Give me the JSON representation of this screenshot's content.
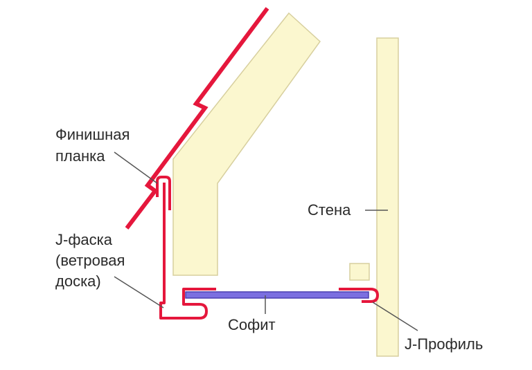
{
  "labels": {
    "finish_strip_line1": "Финишная",
    "finish_strip_line2": "планка",
    "j_chamfer_line1": "J-фаска",
    "j_chamfer_line2": "(ветровая",
    "j_chamfer_line3": "доска)",
    "wall": "Стена",
    "soffit": "Софит",
    "j_profile": "J-Профиль"
  },
  "colors": {
    "background": "#ffffff",
    "wood_fill": "#fbf7cf",
    "wood_stroke": "#d7cf9e",
    "trim_red": "#e5173c",
    "soffit_fill": "#7b6fe0",
    "soffit_stroke": "#4a3fb0",
    "leader_line": "#555555",
    "text": "#2a2a2a"
  }
}
